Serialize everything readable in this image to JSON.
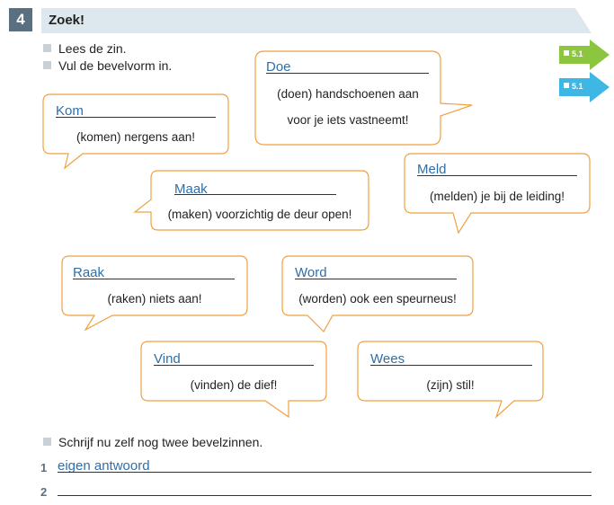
{
  "exercise": {
    "number": "4",
    "title": "Zoek!",
    "instructions": [
      "Lees de zin.",
      "Vul de bevelvorm in."
    ],
    "tags": [
      {
        "label": "5.1",
        "color": "#8cc63f"
      },
      {
        "label": "5.1",
        "color": "#3fb7e5"
      }
    ]
  },
  "colors": {
    "bubble_border": "#f0a040",
    "answer": "#2f6fa8"
  },
  "bubbles": [
    {
      "answer": "Kom",
      "lines": [
        "(komen) nergens aan!"
      ]
    },
    {
      "answer": "Doe",
      "lines": [
        "(doen) handschoenen aan",
        "voor je iets vastneemt!"
      ]
    },
    {
      "answer": "Meld",
      "lines": [
        "(melden) je bij de leiding!"
      ]
    },
    {
      "answer": "Maak",
      "lines": [
        "(maken) voorzichtig de deur open!"
      ]
    },
    {
      "answer": "Raak",
      "lines": [
        "(raken) niets aan!"
      ]
    },
    {
      "answer": "Word",
      "lines": [
        "(worden) ook een speurneus!"
      ]
    },
    {
      "answer": "Vind",
      "lines": [
        "(vinden) de dief!"
      ]
    },
    {
      "answer": "Wees",
      "lines": [
        "(zijn) stil!"
      ]
    }
  ],
  "part2": {
    "instruction": "Schrijf nu zelf nog twee bevelzinnen.",
    "rows": [
      {
        "number": "1",
        "answer": "eigen antwoord"
      },
      {
        "number": "2",
        "answer": ""
      }
    ]
  }
}
